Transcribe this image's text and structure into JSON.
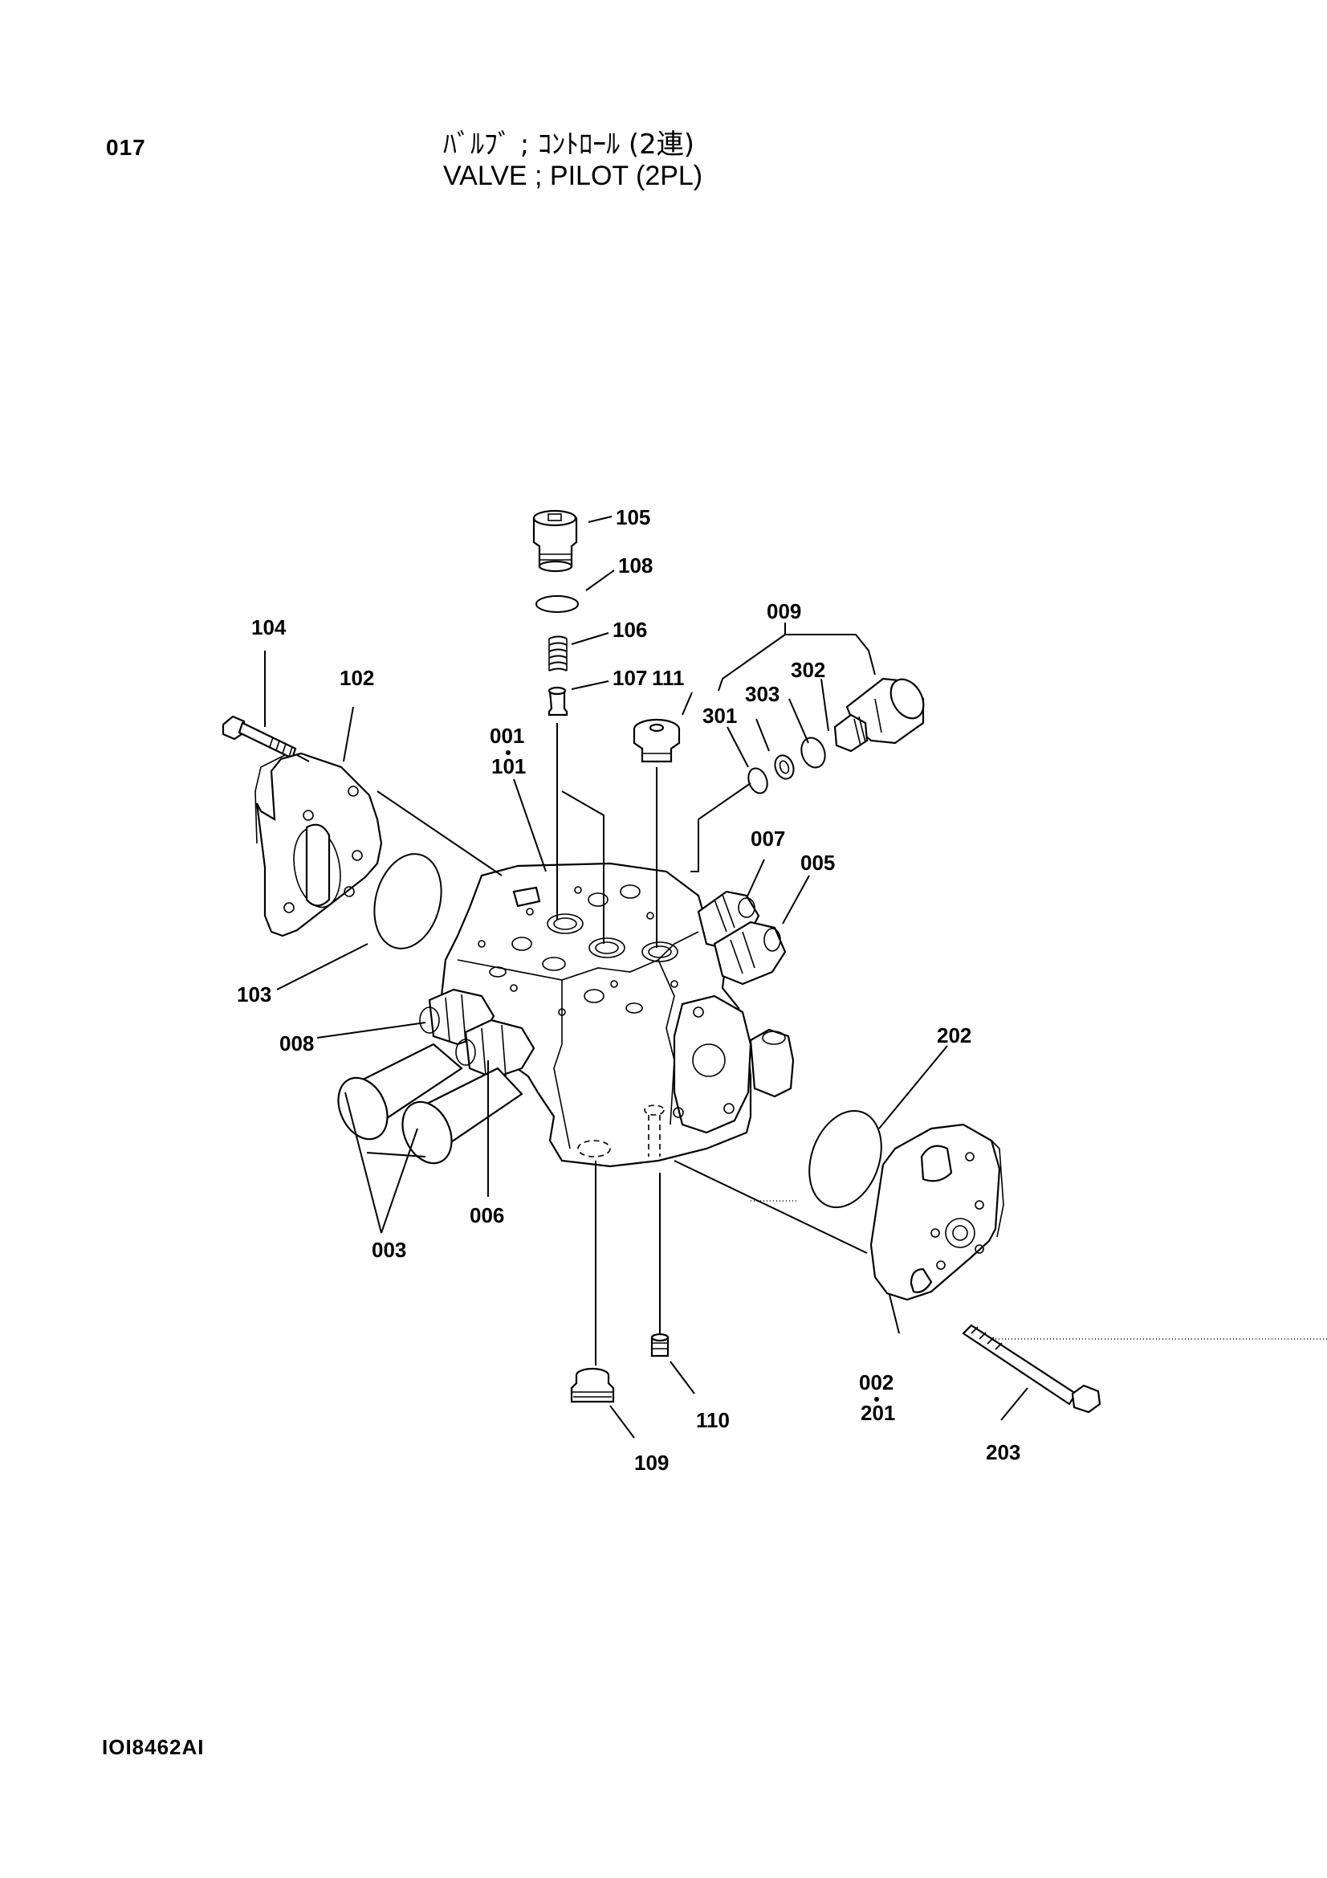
{
  "header": {
    "page_number": "017",
    "title_jp": "ﾊﾞﾙﾌﾞ ; ｺﾝﾄﾛｰﾙ (2連)",
    "title_en": "VALVE ; PILOT (2PL)"
  },
  "footer": {
    "document_id": "IOI8462AI"
  },
  "callouts": {
    "c105": "105",
    "c108": "108",
    "c106": "106",
    "c107": "107",
    "c111": "111",
    "c009": "009",
    "c302": "302",
    "c303": "303",
    "c301": "301",
    "c104": "104",
    "c102": "102",
    "c001": "001",
    "c101": "101",
    "c007": "007",
    "c005": "005",
    "c103": "103",
    "c008": "008",
    "c006": "006",
    "c003": "003",
    "c202": "202",
    "c002": "002",
    "c201": "201",
    "c110": "110",
    "c109": "109",
    "c203": "203"
  }
}
